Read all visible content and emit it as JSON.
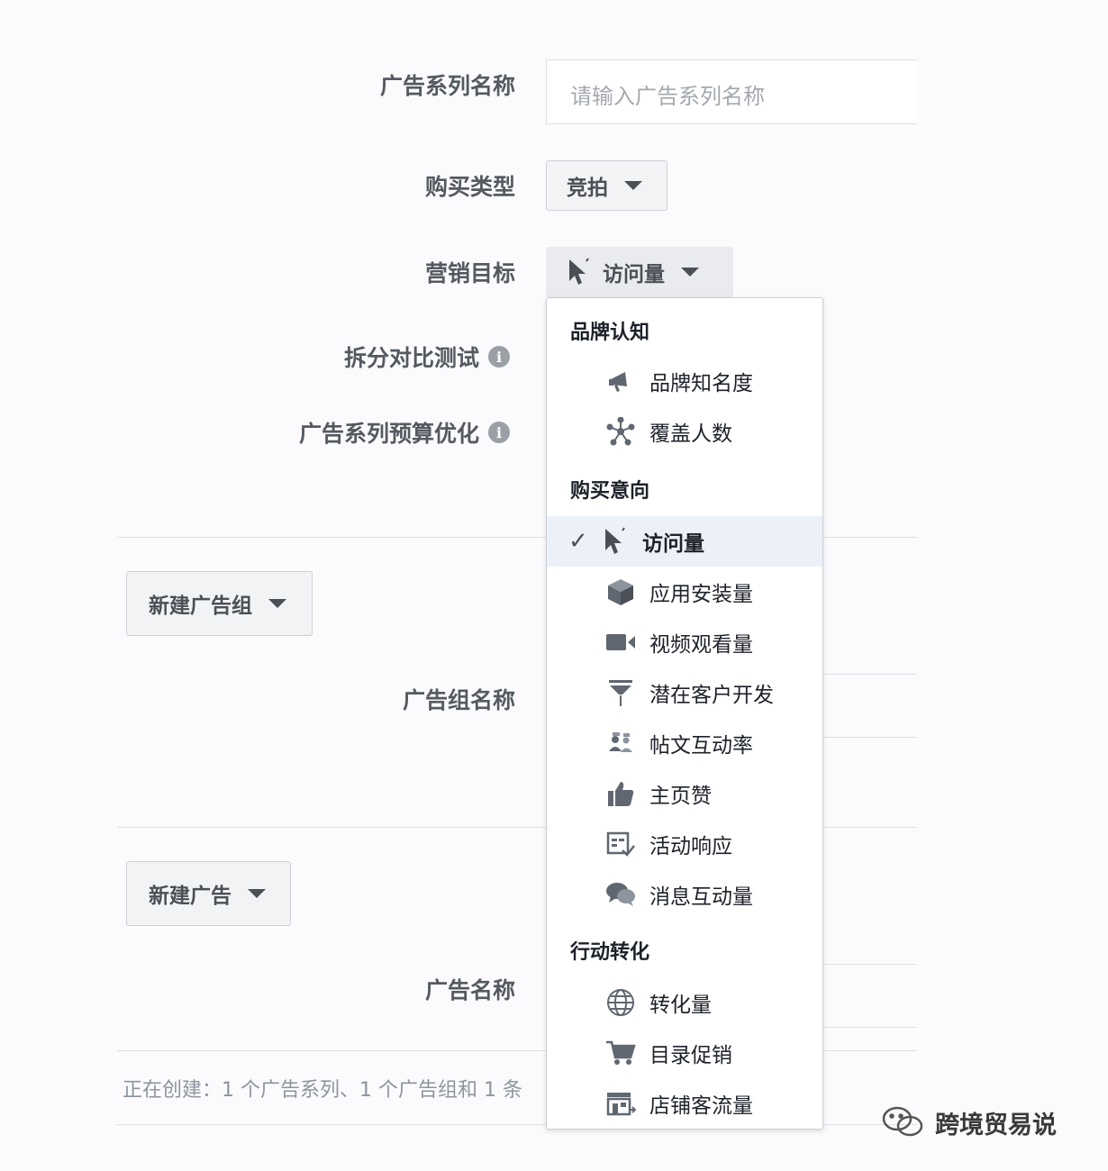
{
  "form": {
    "campaign_name_label": "广告系列名称",
    "campaign_name_placeholder": "请输入广告系列名称",
    "buy_type_label": "购买类型",
    "buy_type_value": "竞拍",
    "objective_label": "营销目标",
    "objective_value": "访问量",
    "split_test_label": "拆分对比测试",
    "budget_opt_label": "广告系列预算优化",
    "new_adset_button": "新建广告组",
    "adset_name_label": "广告组名称",
    "new_ad_button": "新建广告",
    "ad_name_label": "广告名称",
    "footer_text": "正在创建：1 个广告系列、1 个广告组和 1 条"
  },
  "dropdown": {
    "groups": [
      {
        "heading": "品牌认知",
        "items": [
          {
            "label": "品牌知名度",
            "icon": "megaphone-icon"
          },
          {
            "label": "覆盖人数",
            "icon": "reach-icon"
          }
        ]
      },
      {
        "heading": "购买意向",
        "items": [
          {
            "label": "访问量",
            "icon": "cursor-icon",
            "selected": true
          },
          {
            "label": "应用安装量",
            "icon": "box-icon"
          },
          {
            "label": "视频观看量",
            "icon": "video-camera-icon"
          },
          {
            "label": "潜在客户开发",
            "icon": "funnel-icon"
          },
          {
            "label": "帖文互动率",
            "icon": "people-icon"
          },
          {
            "label": "主页赞",
            "icon": "thumbs-up-icon"
          },
          {
            "label": "活动响应",
            "icon": "calendar-check-icon"
          },
          {
            "label": "消息互动量",
            "icon": "chat-bubbles-icon"
          }
        ]
      },
      {
        "heading": "行动转化",
        "items": [
          {
            "label": "转化量",
            "icon": "globe-icon"
          },
          {
            "label": "目录促销",
            "icon": "cart-icon"
          },
          {
            "label": "店铺客流量",
            "icon": "store-icon"
          }
        ]
      }
    ]
  },
  "watermark": {
    "text": "跨境贸易说",
    "icon": "wechat-logo-icon"
  }
}
